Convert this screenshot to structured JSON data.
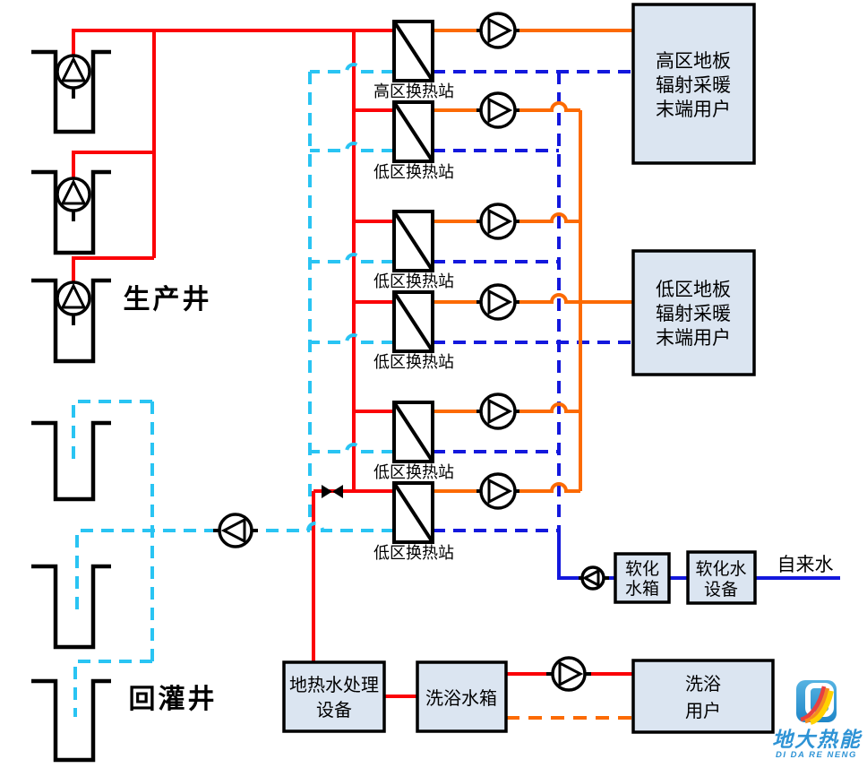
{
  "labels": {
    "production_well": "生产井",
    "reinjection_well": "回灌井",
    "hx_high": "高区换热站",
    "hx_low": "低区换热站",
    "high_user": {
      "l1": "高区地板",
      "l2": "辐射采暖",
      "l3": "末端用户"
    },
    "low_user": {
      "l1": "低区地板",
      "l2": "辐射采暖",
      "l3": "末端用户"
    },
    "soft_tank": {
      "l1": "软化",
      "l2": "水箱"
    },
    "soft_dev": {
      "l1": "软化水",
      "l2": "设备"
    },
    "tap_water": "自来水",
    "treatment": {
      "l1": "地热水处理",
      "l2": "设备"
    },
    "bath_tank": "洗浴水箱",
    "bath_user": {
      "l1": "洗浴",
      "l2": "用户"
    },
    "logo_cn": "地大热能",
    "logo_en": "DI DA RE NENG"
  },
  "colors": {
    "red": "#fb0207",
    "orange": "#fc6a03",
    "cyan": "#29c4f3",
    "blue": "#1318dd",
    "box_fill": "#dbe5f1",
    "black": "#000000",
    "logo_text": "#2e93d5",
    "logo_blue_light": "#56b3e2",
    "logo_blue_dark": "#1e86c7"
  }
}
